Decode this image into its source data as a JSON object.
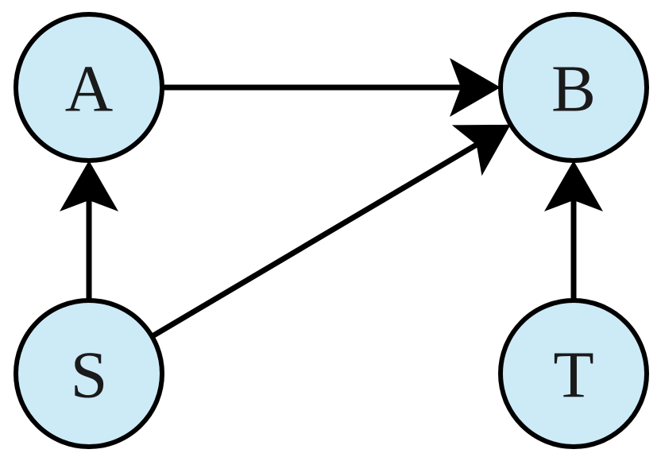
{
  "colors": {
    "node_fill": "#cdeaf7",
    "node_stroke": "#000000",
    "edge": "#000000",
    "label": "#1a1a1a"
  },
  "nodes": [
    {
      "id": "A",
      "label": "A"
    },
    {
      "id": "B",
      "label": "B"
    },
    {
      "id": "S",
      "label": "S"
    },
    {
      "id": "T",
      "label": "T"
    }
  ],
  "edges": [
    {
      "from": "A",
      "to": "B"
    },
    {
      "from": "S",
      "to": "A"
    },
    {
      "from": "S",
      "to": "B"
    },
    {
      "from": "T",
      "to": "B"
    }
  ]
}
